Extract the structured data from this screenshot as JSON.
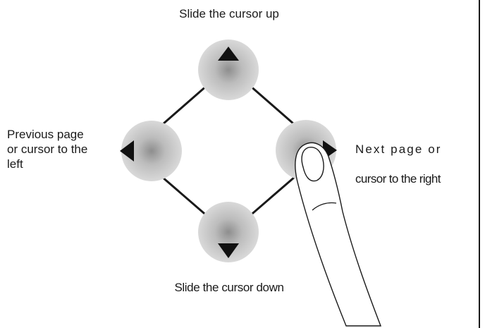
{
  "labels": {
    "up": "Slide the cursor up",
    "down": "Slide the cursor down",
    "left": "Previous page\nor cursor to the\nleft",
    "right_line1": "Next page or",
    "right_line2": "cursor to the right"
  },
  "icons": {
    "up": "triangle-up-icon",
    "down": "triangle-down-icon",
    "left": "triangle-left-icon",
    "right": "triangle-right-icon",
    "finger": "finger-icon"
  },
  "colors": {
    "stroke": "#1a1a1a",
    "glow": "#9a9a9a",
    "background": "#ffffff"
  }
}
